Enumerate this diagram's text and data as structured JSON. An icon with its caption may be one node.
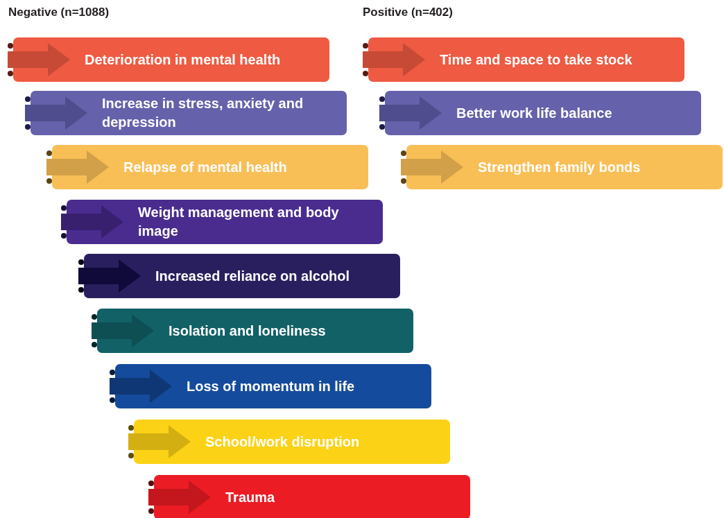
{
  "diagram": {
    "nodes": [
      {
        "text": [
          "Deterioration in mental health"
        ]
      },
      {
        "text": [
          "Increase in stress, anxiety and depression"
        ]
      },
      {
        "text": [
          "Relapse of mental health"
        ]
      },
      {
        "text": [
          "Weight management and body image"
        ]
      },
      {
        "text": [
          "Increased reliance on alcohol"
        ]
      },
      {
        "text": [
          "Isolation and loneliness"
        ]
      },
      {
        "text": [
          "Loss of momentum in life"
        ]
      },
      {
        "text": [
          "School/work disruption"
        ]
      },
      {
        "text": [
          "Trauma"
        ]
      },
      {
        "text": [
          "Time and space to take stock"
        ]
      },
      {
        "text": [
          "Better work life balance"
        ]
      },
      {
        "text": [
          "Strengthen family bonds"
        ]
      }
    ],
    "labels": [
      "Negative (n=1088)",
      "Positive (n=402)"
    ]
  }
}
